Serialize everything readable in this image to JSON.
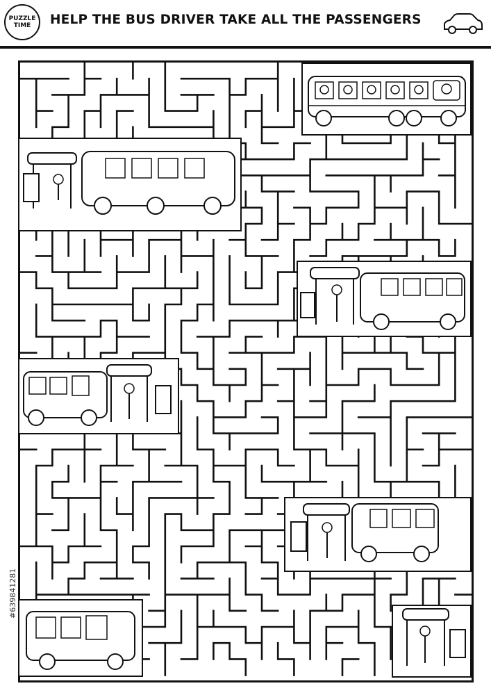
{
  "header": {
    "badge_line1": "PUZZLE",
    "badge_line2": "TIME",
    "title": "HELP THE BUS DRIVER TAKE ALL THE PASSENGERS",
    "icon": "car-icon"
  },
  "maze": {
    "stops": [
      {
        "name": "bus-with-driver",
        "passengers": 6
      },
      {
        "name": "stop-1",
        "passengers": 1
      },
      {
        "name": "stop-2",
        "passengers": 1
      },
      {
        "name": "stop-3",
        "passengers": 1
      },
      {
        "name": "stop-4",
        "passengers": 1
      },
      {
        "name": "stop-5",
        "passengers": 1
      }
    ]
  },
  "watermark": "#639841281",
  "colors": {
    "ink": "#111111",
    "paper": "#ffffff"
  }
}
